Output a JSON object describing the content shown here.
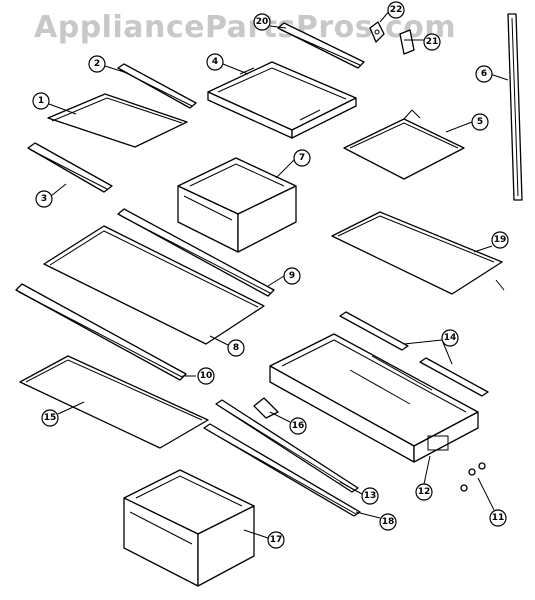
{
  "watermark": "AppliancePartsPros.com",
  "callouts": [
    {
      "id": "1",
      "label": "1"
    },
    {
      "id": "2",
      "label": "2"
    },
    {
      "id": "3",
      "label": "3"
    },
    {
      "id": "4",
      "label": "4"
    },
    {
      "id": "5",
      "label": "5"
    },
    {
      "id": "6",
      "label": "6"
    },
    {
      "id": "7",
      "label": "7"
    },
    {
      "id": "8",
      "label": "8"
    },
    {
      "id": "9",
      "label": "9"
    },
    {
      "id": "10",
      "label": "10"
    },
    {
      "id": "11",
      "label": "11"
    },
    {
      "id": "12",
      "label": "12"
    },
    {
      "id": "13",
      "label": "13"
    },
    {
      "id": "14",
      "label": "14"
    },
    {
      "id": "15",
      "label": "15"
    },
    {
      "id": "16",
      "label": "16"
    },
    {
      "id": "17",
      "label": "17"
    },
    {
      "id": "18",
      "label": "18"
    },
    {
      "id": "19",
      "label": "19"
    },
    {
      "id": "20",
      "label": "20"
    },
    {
      "id": "21",
      "label": "21"
    },
    {
      "id": "22",
      "label": "22"
    }
  ]
}
